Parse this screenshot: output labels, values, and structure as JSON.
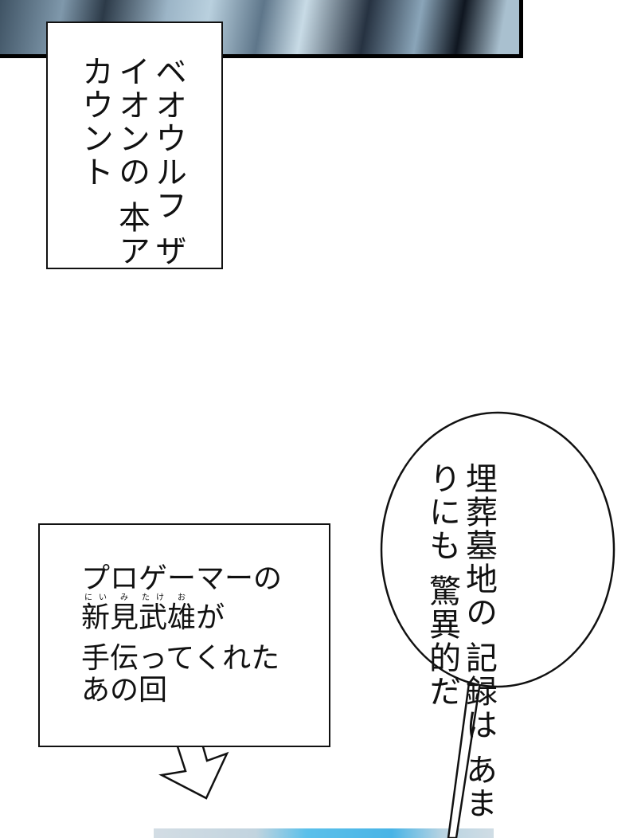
{
  "caption_top": {
    "columns": [
      "ベオウルフ",
      "ザイオンの",
      "本アカウント"
    ]
  },
  "caption_bottom": {
    "line1": "プロゲーマーの",
    "line2": [
      {
        "kanji": "新",
        "ruby": "にい"
      },
      {
        "kanji": "見",
        "ruby": "み"
      },
      {
        "kanji": "武",
        "ruby": "たけ"
      },
      {
        "kanji": "雄",
        "ruby": "お"
      }
    ],
    "line2_suffix": "が",
    "line3": "手伝ってくれた",
    "line4": "あの回"
  },
  "speech_balloon": {
    "columns": [
      "埋葬墓地の",
      "記録は",
      "あまりにも",
      "驚異的だ"
    ]
  },
  "colors": {
    "ink": "#111111",
    "panel_tint": "#9cb5c7",
    "screen_blue": "#49b4e6"
  }
}
